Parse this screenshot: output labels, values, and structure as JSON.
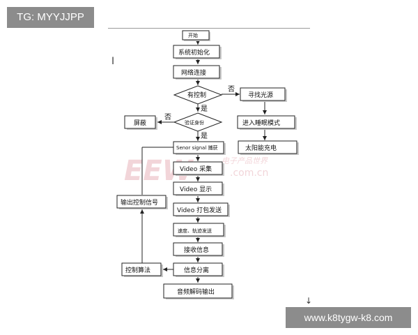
{
  "overlay": {
    "top_tag": "TG: MYYJJPP",
    "bottom_site": "www.k8tygw-k8.com"
  },
  "flowchart": {
    "start": "开始",
    "init": "系统初始化",
    "network": "网络连接",
    "has_control": "有控制",
    "verify": "验证身份",
    "yes_label_1": "是",
    "no_label_1": "否",
    "yes_label_2": "是",
    "no_label_2": "否",
    "find_light": "寻找光源",
    "sleep_mode": "进入睡眠模式",
    "solar_charge": "太阳能充电",
    "shield": "屏蔽",
    "sensor": "Senor signal 捕获",
    "video_capture": "Video 采集",
    "video_display": "Video 显示",
    "video_pack": "Video 打包发送",
    "speed_track": "速度、轨迹发送",
    "receive": "接收信息",
    "separate": "信息分离",
    "audio_decode": "音频解码输出",
    "control_algo": "控制算法",
    "output_signal": "输出控制信号"
  },
  "watermark": {
    "logo": "EEW",
    "domain": ".com.cn",
    "cn_text": "电子产品世界"
  },
  "colors": {
    "watermark": "#e8b4bb",
    "overlay_bg": "#8c8c8c"
  }
}
